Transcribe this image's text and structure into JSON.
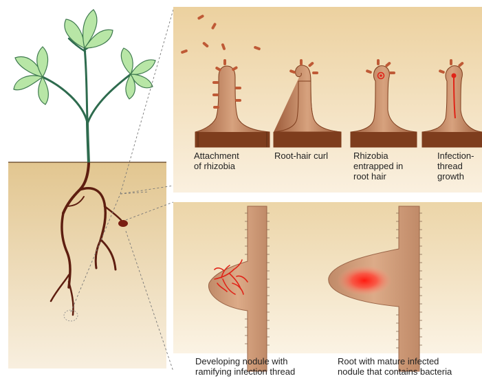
{
  "figure": {
    "colors": {
      "soil": "#e6cfa0",
      "panel": "#f1dcb5",
      "root": "#5e1e10",
      "hair": "#b87b58",
      "base": "#7e3d1d",
      "stem": "#2e6b4e",
      "leaf": "#b8e6a6",
      "infection": "#e02418",
      "bacteria": "#bf5a36"
    },
    "infection_stages": [
      {
        "lines": [
          "Attachment",
          "of rhizobia"
        ]
      },
      {
        "lines": [
          "Root-hair curl"
        ]
      },
      {
        "lines": [
          "Rhizobia",
          "entrapped in",
          "root hair"
        ]
      },
      {
        "lines": [
          "Infection-",
          "thread",
          "growth"
        ]
      }
    ],
    "nodule_stages": [
      {
        "lines": [
          "Developing nodule with",
          "ramifying infection thread"
        ]
      },
      {
        "lines": [
          "Root with mature infected",
          "nodule that contains bacteria"
        ]
      }
    ]
  }
}
